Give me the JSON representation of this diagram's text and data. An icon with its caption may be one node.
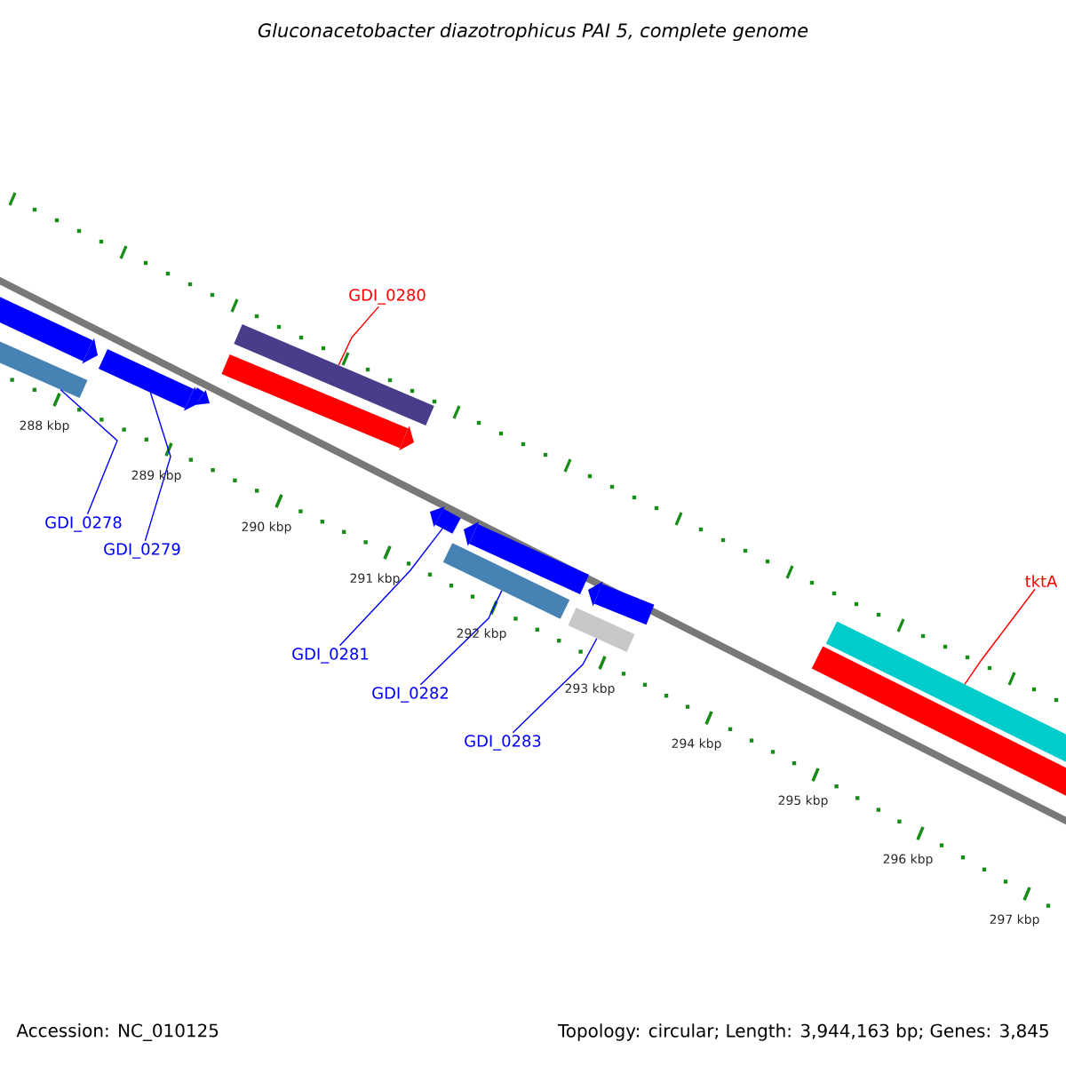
{
  "diagram": {
    "title": "Gluconacetobacter diazotrophicus PAI 5, complete genome",
    "nodes": [
      {
        "text": [
          "GDI_0278"
        ]
      },
      {
        "text": [
          "GDI_0279"
        ]
      },
      {
        "text": [
          "GDI_0280"
        ]
      },
      {
        "text": [
          "GDI_0281"
        ]
      },
      {
        "text": [
          "GDI_0282"
        ]
      },
      {
        "text": [
          "GDI_0283"
        ]
      },
      {
        "text": [
          "tktA"
        ]
      },
      {
        "text": [],
        "shape": "bar"
      },
      {
        "text": [],
        "shape": "bar"
      },
      {
        "text": [],
        "shape": "bar"
      },
      {
        "text": [],
        "shape": "bar"
      },
      {
        "text": [],
        "shape": "bar"
      },
      {
        "text": [],
        "shape": "bar"
      },
      {
        "text": [],
        "shape": "bar"
      }
    ],
    "edges": [
      {
        "from": 0,
        "to": 7,
        "arrow": "none"
      },
      {
        "from": 1,
        "to": 8,
        "arrow": "none"
      },
      {
        "from": 2,
        "to": 9,
        "arrow": "none",
        "color": "#ff0000"
      },
      {
        "from": 3,
        "to": 10,
        "arrow": "none"
      },
      {
        "from": 4,
        "to": 11,
        "arrow": "none"
      },
      {
        "from": 5,
        "to": 12,
        "arrow": "none"
      },
      {
        "from": 6,
        "to": 13,
        "arrow": "none",
        "color": "#ff0000"
      }
    ],
    "labels": [
      "288 kbp",
      "289 kbp",
      "290 kbp",
      "291 kbp",
      "292 kbp",
      "293 kbp",
      "294 kbp",
      "295 kbp",
      "296 kbp",
      "297 kbp",
      "Accession: NC_010125",
      "Topology: circular; Length: 3,944,163 bp; Genes: 3,845"
    ]
  }
}
